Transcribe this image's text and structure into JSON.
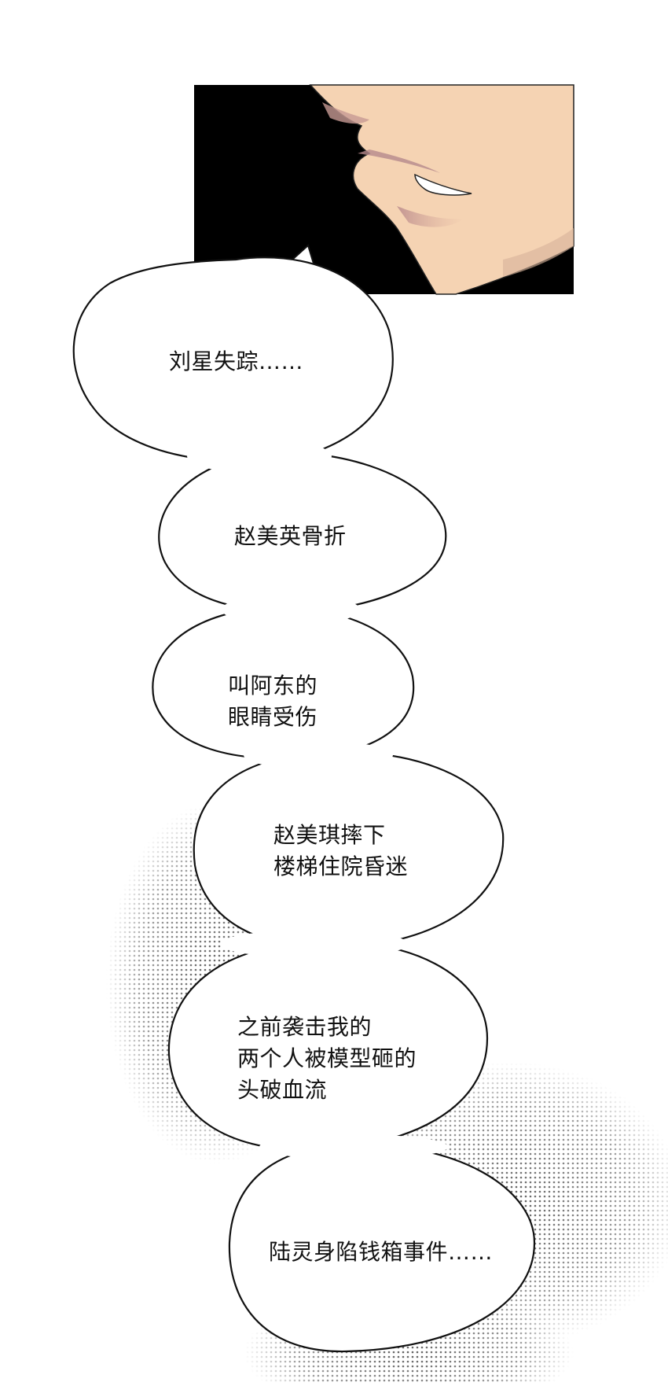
{
  "colors": {
    "background": "#ffffff",
    "panel_dark": "#000000",
    "skin": "#f5d3b3",
    "skin_shadow": "#c79a93",
    "bubble_fill": "#ffffff",
    "bubble_outline": "#111111",
    "text": "#111111",
    "halftone": "#6a6a6a"
  },
  "bubbles": [
    {
      "lines": [
        "刘星失踪……"
      ]
    },
    {
      "lines": [
        "赵美英骨折"
      ]
    },
    {
      "lines": [
        "叫阿东的",
        "眼睛受伤"
      ]
    },
    {
      "lines": [
        "赵美琪摔下",
        "楼梯住院昏迷"
      ]
    },
    {
      "lines": [
        "之前袭击我的",
        "两个人被模型砸的",
        "头破血流"
      ]
    },
    {
      "lines": [
        "陆灵身陷钱箱事件……"
      ]
    }
  ]
}
